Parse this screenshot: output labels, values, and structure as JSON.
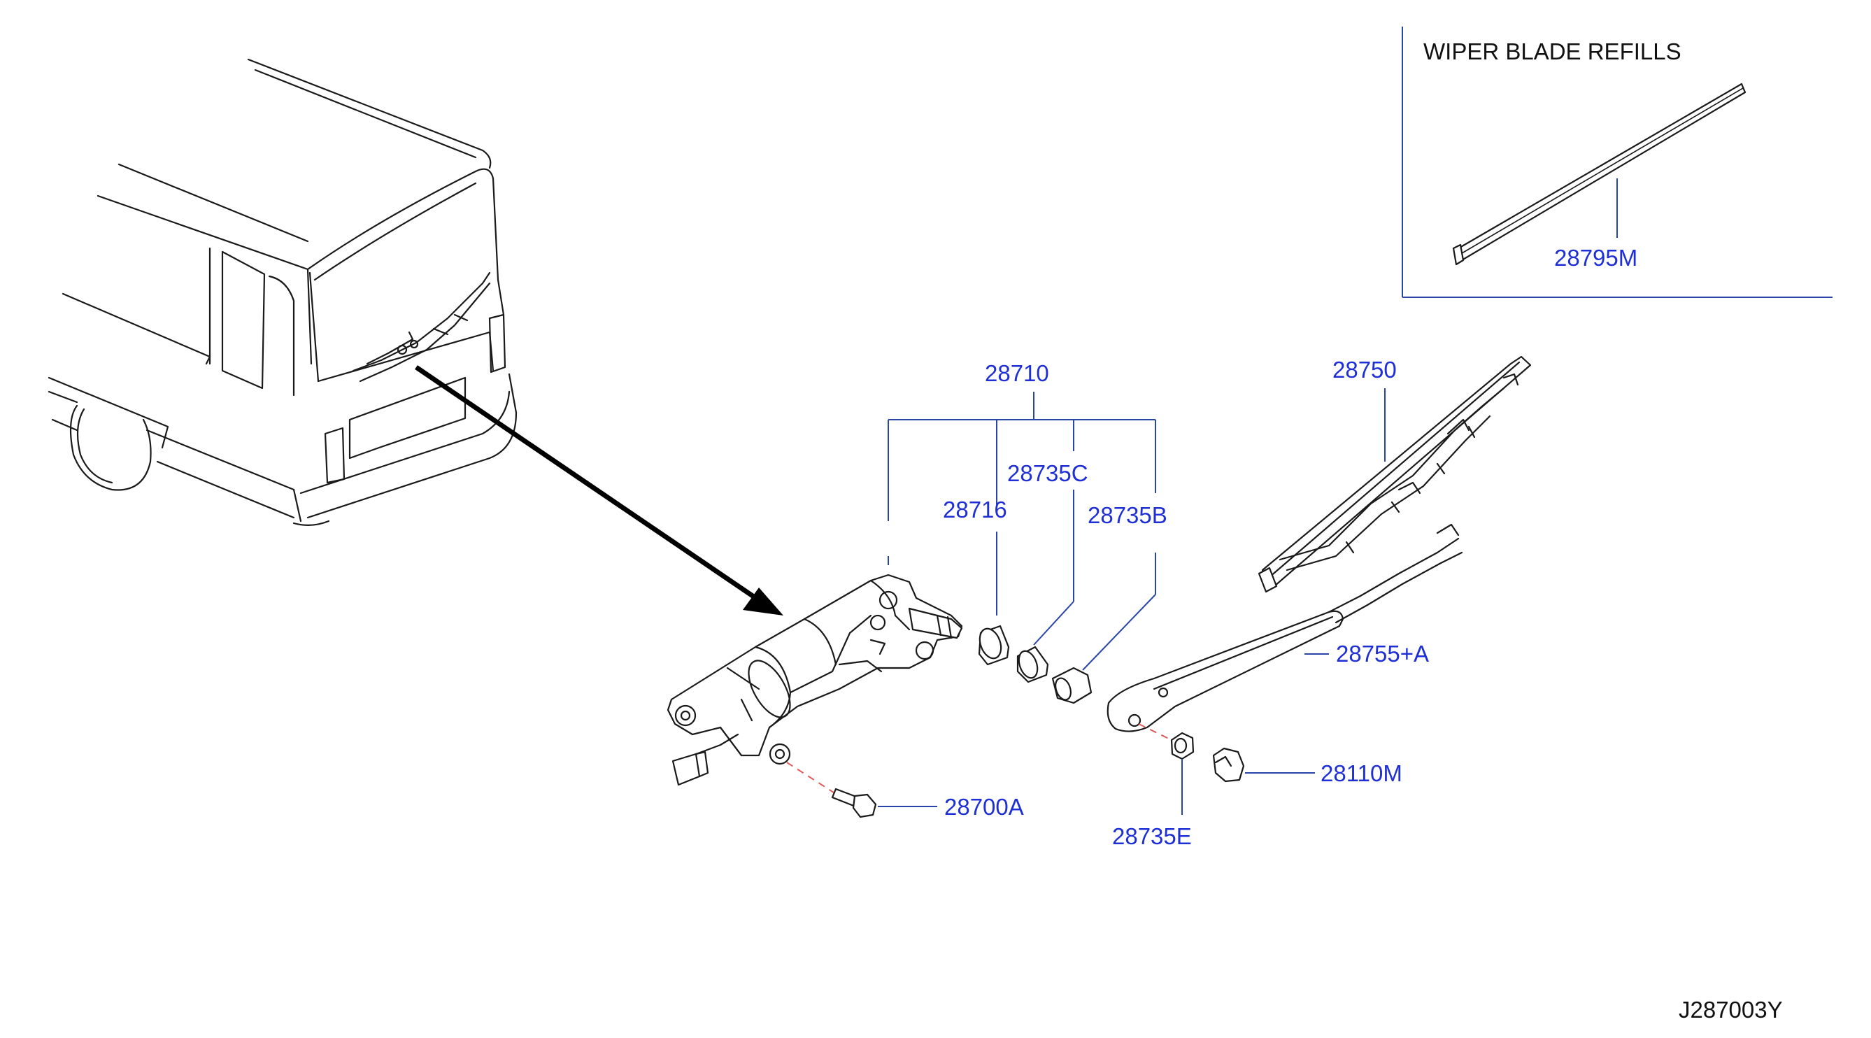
{
  "inset": {
    "title": "WIPER  BLADE  REFILLS",
    "part": "28795M"
  },
  "labels": {
    "assembly": "28710",
    "pivot_cap": "28716",
    "bushing_c": "28735C",
    "bushing_b": "28735B",
    "blade": "28750",
    "arm": "28755+A",
    "motor_bolt": "28700A",
    "arm_nut": "28735E",
    "arm_cap": "28110M"
  },
  "diagram_code": "J287003Y"
}
